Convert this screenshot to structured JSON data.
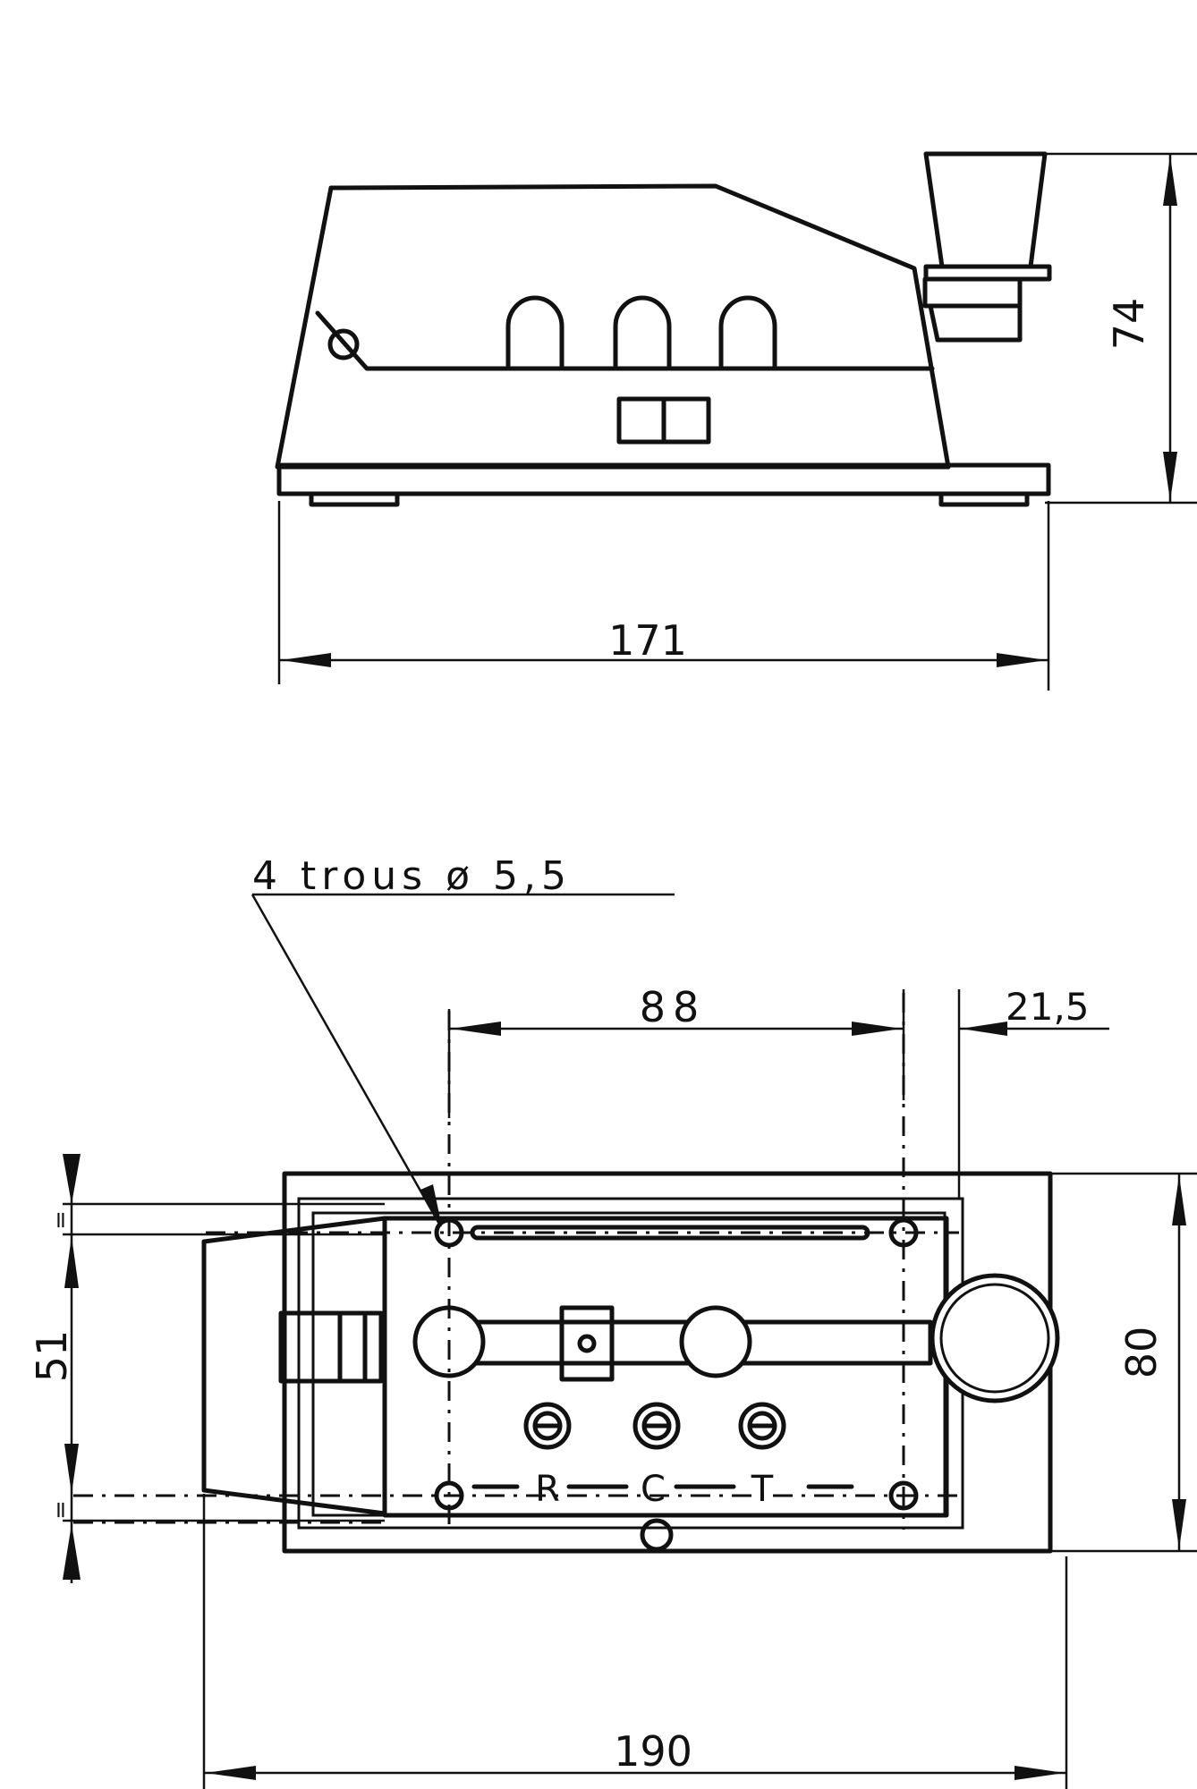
{
  "side_view": {
    "height_dim": "74",
    "width_dim": "171"
  },
  "top_view": {
    "holes_note": "4 trous ø 5,5",
    "hole_spacing_dim": "88",
    "offset_dim": "21,5",
    "hole_pitch_dim": "51",
    "width_dim": "80",
    "length_dim": "190",
    "small_equal_mark_top": "=",
    "small_equal_mark_bottom": "=",
    "terminal_r": "R",
    "terminal_c": "C",
    "terminal_t": "T"
  }
}
